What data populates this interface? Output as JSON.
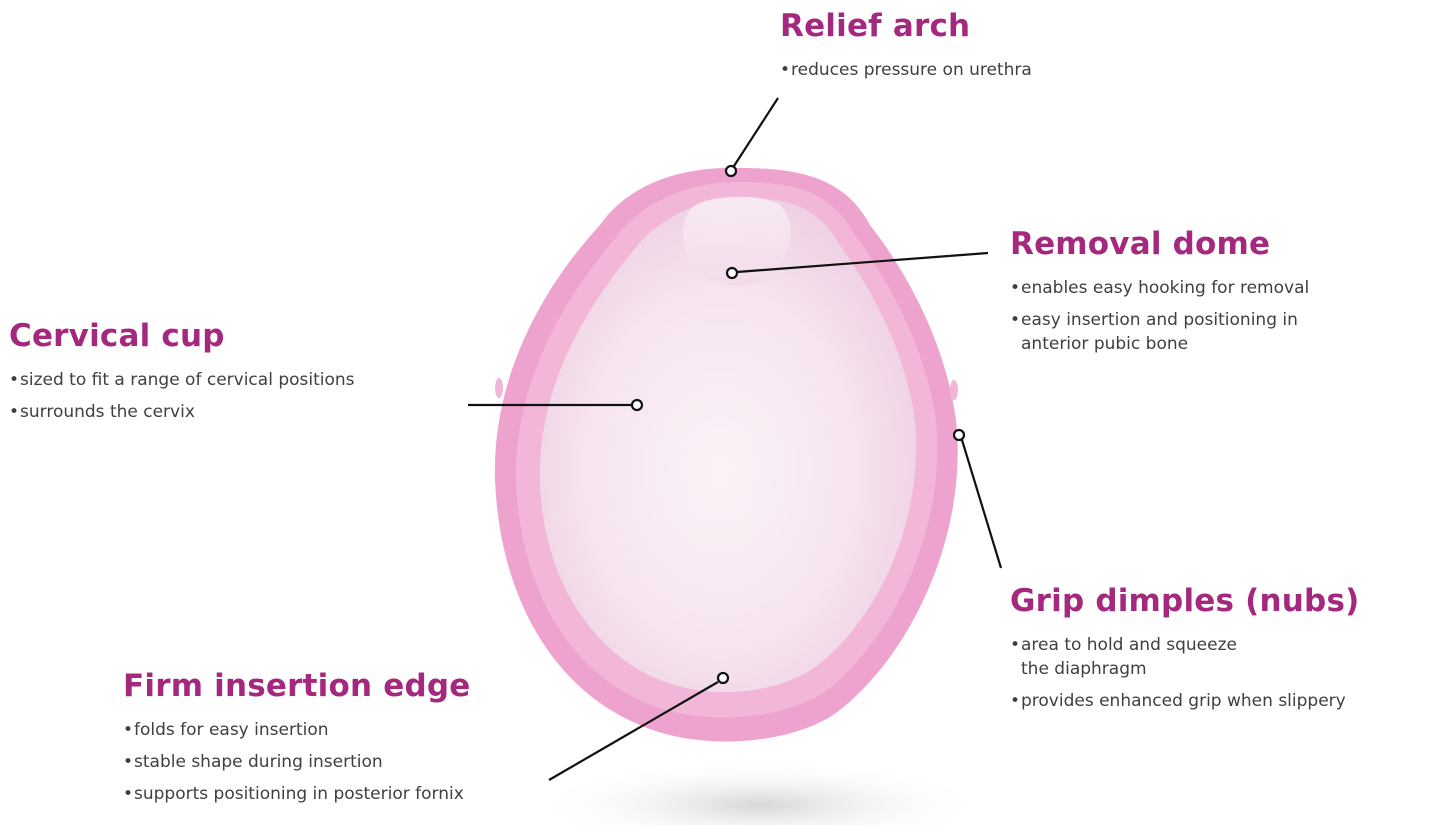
{
  "colors": {
    "heading": "#a3287e",
    "body_text": "#3f3f3f",
    "leader_line": "#111111",
    "rim": "#eb9ac9",
    "cup_fill": "#f6e3ef"
  },
  "bullet_glyph": "•",
  "callouts": {
    "relief_arch": {
      "title": "Relief arch",
      "bullets": [
        {
          "lines": [
            "reduces pressure on urethra"
          ]
        }
      ]
    },
    "removal_dome": {
      "title": "Removal dome",
      "bullets": [
        {
          "lines": [
            "enables easy hooking for removal"
          ]
        },
        {
          "lines": [
            "easy insertion and positioning in",
            "anterior pubic bone"
          ]
        }
      ]
    },
    "cervical_cup": {
      "title": "Cervical cup",
      "bullets": [
        {
          "lines": [
            "sized to fit a range of cervical positions"
          ]
        },
        {
          "lines": [
            "surrounds the cervix"
          ]
        }
      ]
    },
    "grip_dimples": {
      "title": "Grip dimples (nubs)",
      "bullets": [
        {
          "lines": [
            "area to hold and squeeze",
            "the diaphragm"
          ]
        },
        {
          "lines": [
            "provides enhanced grip when slippery"
          ]
        }
      ]
    },
    "insertion_edge": {
      "title": "Firm insertion edge",
      "bullets": [
        {
          "lines": [
            "folds for easy insertion"
          ]
        },
        {
          "lines": [
            "stable shape during insertion"
          ]
        },
        {
          "lines": [
            "supports positioning in posterior fornix"
          ]
        }
      ]
    }
  }
}
